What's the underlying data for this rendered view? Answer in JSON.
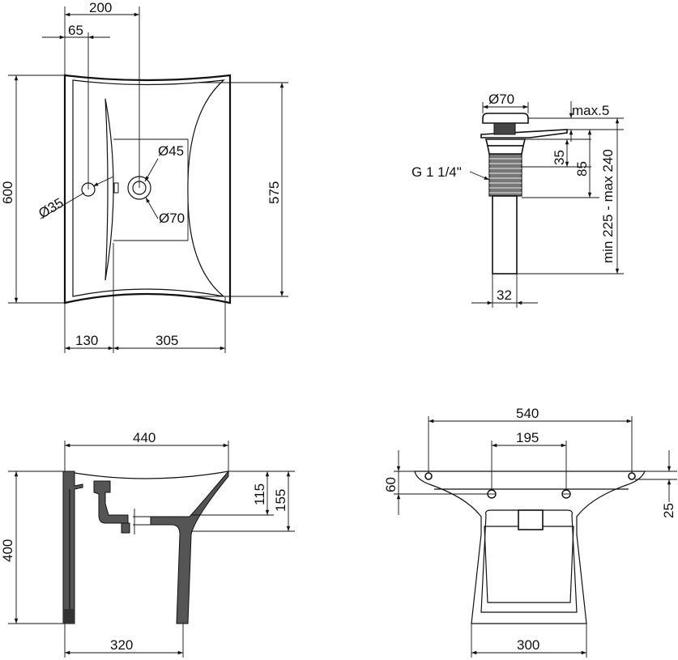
{
  "top_view": {
    "dim_200": "200",
    "dim_65": "65",
    "dim_600": "600",
    "dim_575": "575",
    "dim_d35": "Ø35",
    "dim_d45": "Ø45",
    "dim_d70": "Ø70",
    "dim_130": "130",
    "dim_305": "305"
  },
  "drain": {
    "dim_d70": "Ø70",
    "max5": "max.5",
    "dim_35": "35",
    "dim_85": "85",
    "thread": "G 1 1/4\"",
    "range": "min 225 - max 240",
    "dim_32": "32"
  },
  "side_view": {
    "dim_440": "440",
    "dim_400": "400",
    "dim_115": "115",
    "dim_155": "155",
    "dim_320": "320"
  },
  "front_view": {
    "dim_540": "540",
    "dim_195": "195",
    "dim_60": "60",
    "dim_25": "25",
    "dim_300": "300"
  }
}
